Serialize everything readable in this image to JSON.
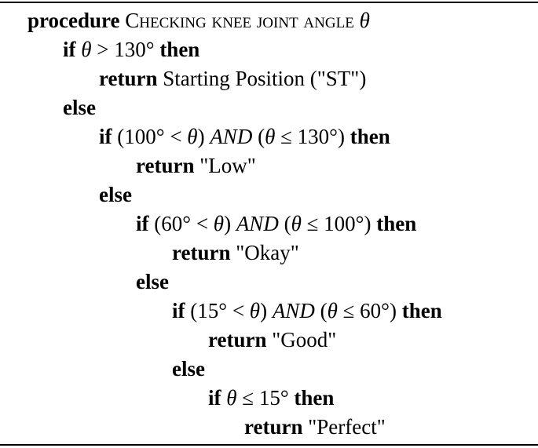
{
  "algorithm": {
    "kw_procedure": "procedure",
    "kw_if": "if",
    "kw_then": "then",
    "kw_else": "else",
    "kw_return": "return",
    "kw_and": "AND",
    "procedure_name": "Checking knee joint angle",
    "theta": "θ",
    "thresholds": {
      "t130": "130°",
      "t100": "100°",
      "t60": "60°",
      "t15": "15°"
    },
    "returns": {
      "starting": "Starting Position (\"ST\")",
      "low": "\"Low\"",
      "okay": "\"Okay\"",
      "good": "\"Good\"",
      "perfect": "\"Perfect\""
    }
  }
}
